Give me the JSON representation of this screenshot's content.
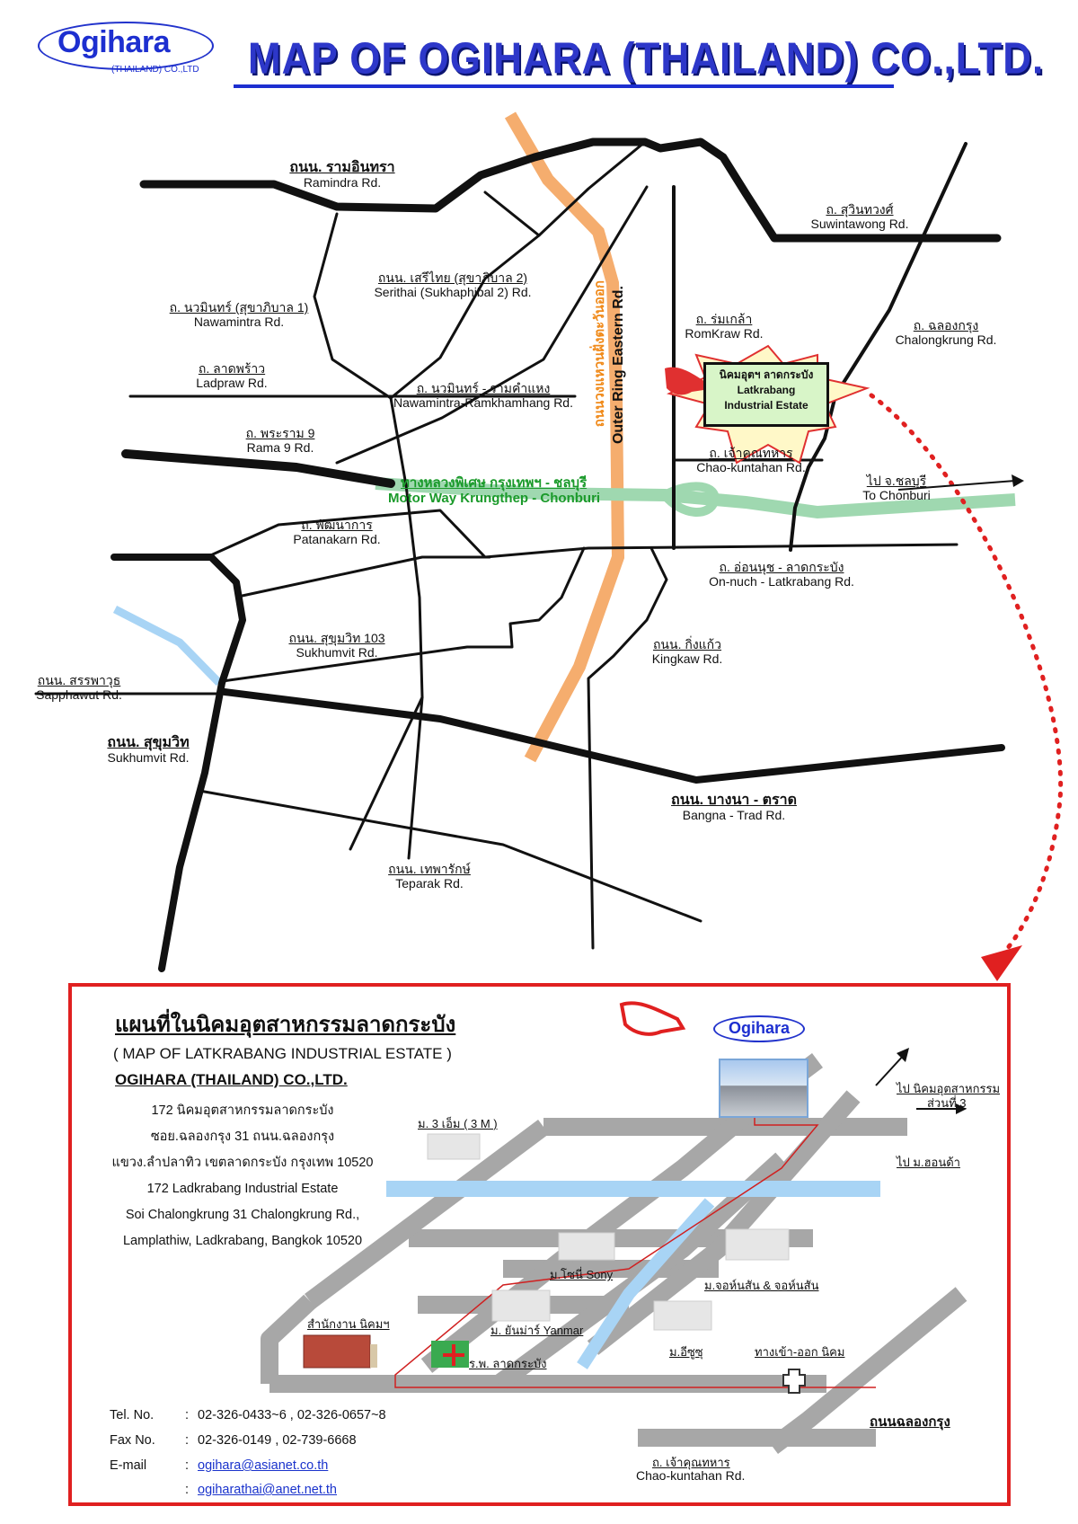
{
  "header": {
    "logo_text": "Ogihara",
    "logo_subtext": "(THAILAND) CO.,LTD",
    "title": "MAP OF OGIHARA (THAILAND) CO.,LTD."
  },
  "roads": {
    "ramindra": {
      "th": "ถนน. รามอินทรา",
      "en": "Ramindra Rd."
    },
    "suwintawong": {
      "th": "ถ. สุวินทวงศ์",
      "en": "Suwintawong Rd."
    },
    "serithai": {
      "th": "ถนน. เสรีไทย (สุขาภิบาล 2)",
      "en": "Serithai (Sukhaphibal 2) Rd."
    },
    "nawamintra": {
      "th": "ถ. นวมินทร์ (สุขาภิบาล 1)",
      "en": "Nawamintra Rd."
    },
    "romkraw": {
      "th": "ถ. ร่มเกล้า",
      "en": "RomKraw Rd."
    },
    "chalongkrung": {
      "th": "ถ. ฉลองกรุง",
      "en": "Chalongkrung Rd."
    },
    "ladpraw": {
      "th": "ถ. ลาดพร้าว",
      "en": "Ladpraw Rd."
    },
    "nawamintra_ramkhamhang": {
      "th": "ถ. นวมินทร์ - รามคำแหง",
      "en": "Nawamintra-Ramkhamhang Rd."
    },
    "rama9": {
      "th": "ถ. พระราม 9",
      "en": "Rama 9 Rd."
    },
    "chao_kuntahan": {
      "th": "ถ. เจ้าคุณทหาร",
      "en": "Chao-kuntahan Rd."
    },
    "to_chonburi": {
      "th": "ไป จ.ชลบุรี",
      "en": "To Chonburi"
    },
    "patanakarn": {
      "th": "ถ. พัฒนาการ",
      "en": "Patanakarn Rd."
    },
    "onnuch": {
      "th": "ถ. อ่อนนุช - ลาดกระบัง",
      "en": "On-nuch - Latkrabang Rd."
    },
    "sukhumvit103": {
      "th": "ถนน. สุขุมวิท 103",
      "en": "Sukhumvit Rd."
    },
    "kingkaw": {
      "th": "ถนน. กิ่งแก้ว",
      "en": "Kingkaw Rd."
    },
    "sapphawut": {
      "th": "ถนน. สรรพาวุธ",
      "en": "Sapphawut Rd."
    },
    "sukhumvit": {
      "th": "ถนน. สุขุมวิท",
      "en": "Sukhumvit Rd."
    },
    "bangna": {
      "th": "ถนน. บางนา - ตราด",
      "en": "Bangna - Trad Rd."
    },
    "teparak": {
      "th": "ถนน. เทพารักษ์",
      "en": "Teparak Rd."
    }
  },
  "motorway": {
    "th": "ทางหลวงพิเศษ กรุงเทพฯ - ชลบุรี",
    "en": "Motor Way   Krungthep - Chonburi"
  },
  "outer_ring": {
    "th": "ถนนวงแหวนฝั่งตะวันออก",
    "en": "Outer Ring Eastern Rd."
  },
  "estate_marker": {
    "th": "นิคมอุตฯ ลาดกระบัง",
    "en1": "Latkrabang",
    "en2": "Industrial Estate"
  },
  "detail": {
    "title": "แผนที่ในนิคมอุตสาหกรรมลาดกระบัง",
    "subtitle": "( MAP OF LATKRABANG INDUSTRIAL ESTATE )",
    "company": "OGIHARA (THAILAND) CO.,LTD.",
    "logo_text": "Ogihara",
    "address": [
      "172 นิคมอุตสาหกรรมลาดกระบัง",
      "ซอย.ฉลองกรุง 31 ถนน.ฉลองกรุง",
      "แขวง.ลำปลาทิว เขตลาดกระบัง กรุงเทพ 10520",
      "172 Ladkrabang Industrial Estate",
      "Soi Chalongkrung 31 Chalongkrung Rd.,",
      "Lamplathiw, Ladkrabang, Bangkok 10520"
    ],
    "contact": {
      "tel_label": "Tel. No.",
      "tel": "02-326-0433~6 , 02-326-0657~8",
      "fax_label": "Fax No.",
      "fax": "02-326-0149 , 02-739-6668",
      "email_label": "E-mail",
      "email1": "ogihara@asianet.co.th",
      "email2": "ogiharathai@anet.net.th",
      "sep": ":"
    },
    "labels": {
      "m3": "ม. 3 เอ็ม ( 3 M )",
      "to_estate3": "ไป นิคมอุตสาหกรรม",
      "to_estate3_b": "ส่วนที่ 3",
      "to_hondaa": "ไป ม.ฮอนด้า",
      "sony": "ม.โซนี่  Sony",
      "johnson": "ม.จอห์นสัน & จอห์นสัน",
      "office": "สำนักงาน นิคมฯ",
      "yanmar": "ม. ยันม่าร์  Yanmar",
      "isuzu": "ม.อีซูซุ",
      "hospital": "ร.พ. ลาดกระบัง",
      "gate": "ทางเข้า-ออก นิคม",
      "chalongkrung": "ถนนฉลองกรุง",
      "chao_th": "ถ. เจ้าคุณทหาร",
      "chao_en": "Chao-kuntahan Rd."
    }
  },
  "colors": {
    "road": "#111111",
    "outer_ring": "#f5ad6e",
    "motorway": "#9fd8b0",
    "canal": "#a8d4f5",
    "estate_road": "#a7a7a7",
    "border_red": "#e02020",
    "title_blue": "#2d37c9"
  }
}
